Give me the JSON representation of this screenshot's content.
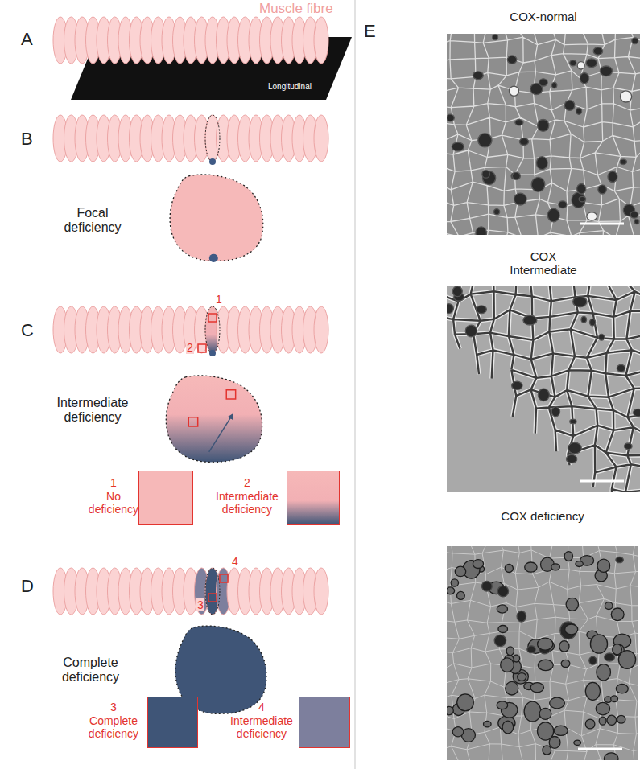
{
  "diagram": {
    "nodes": [
      {
        "text": [
          "Focal deficiency"
        ]
      },
      {
        "text": [
          "Intermediate deficiency"
        ]
      },
      {
        "text": [
          "1",
          "No deficiency"
        ]
      },
      {
        "text": [
          "2",
          "Intermediate deficiency"
        ]
      },
      {
        "text": [
          "Complete deficiency"
        ]
      },
      {
        "text": [
          "3",
          "Complete deficiency"
        ]
      },
      {
        "text": [
          "4",
          "Intermediate deficiency"
        ]
      },
      {
        "text": [
          "COX-normal"
        ]
      },
      {
        "text": [
          "COX Intermediate"
        ]
      },
      {
        "text": [
          "COX deficiency"
        ]
      }
    ],
    "labels": [
      "A",
      "Muscle fibre",
      "Longitudinal",
      "B",
      "C",
      "1",
      "2",
      "D",
      "4",
      "3",
      "E"
    ]
  }
}
